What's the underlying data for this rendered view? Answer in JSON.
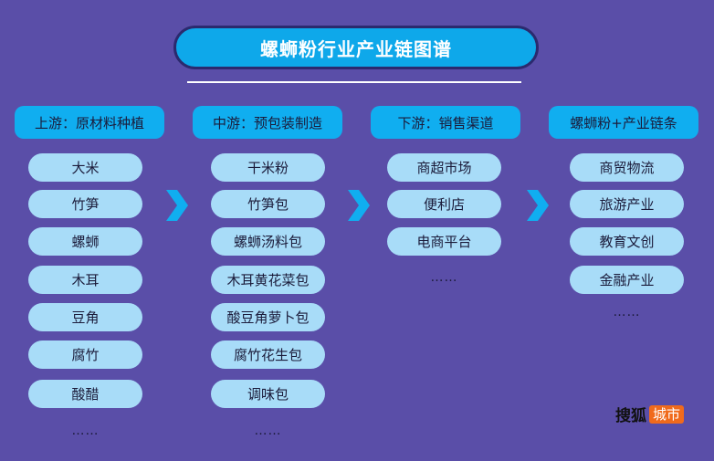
{
  "title": "螺蛳粉行业产业链图谱",
  "columns": [
    {
      "header": "上游：原材料种植",
      "items": [
        "大米",
        "竹笋",
        "螺蛳",
        "木耳",
        "豆角",
        "腐竹",
        "酸醋"
      ],
      "more": "……"
    },
    {
      "header": "中游：预包装制造",
      "items": [
        "干米粉",
        "竹笋包",
        "螺蛳汤料包",
        "木耳黄花菜包",
        "酸豆角萝卜包",
        "腐竹花生包",
        "调味包"
      ],
      "more": "……"
    },
    {
      "header": "下游：销售渠道",
      "items": [
        "商超市场",
        "便利店",
        "电商平台"
      ],
      "more": "……"
    },
    {
      "header": "螺蛳粉+产业链条",
      "items": [
        "商贸物流",
        "旅游产业",
        "教育文创",
        "金融产业"
      ],
      "more": "……"
    }
  ],
  "watermark": {
    "brand": "搜狐",
    "tag": "城市"
  },
  "colors": {
    "background": "#5a4ea8",
    "header": "#10aef0",
    "pill": "#a8dcf8",
    "arrow": "#10aef0",
    "title_border": "#2b2a6e",
    "watermark_tag": "#f06a1c"
  }
}
